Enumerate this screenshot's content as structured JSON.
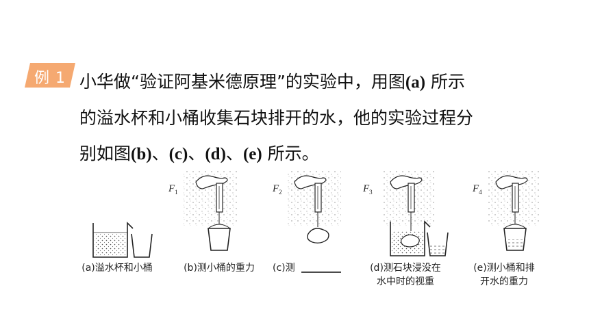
{
  "badge": {
    "label": "例 1",
    "color": "#f5a971"
  },
  "paragraph": {
    "l1a": "小华做“验证阿基米德原理”的实验中，用图",
    "l1b": "(a)",
    "l1c": " 所示",
    "l2": "的溢水杯和小桶收集石块排开的水，他的实验过程分",
    "l3a": "别如图",
    "l3b": "(b)",
    "l3c": "、",
    "l3d": "(c)",
    "l3e": "、",
    "l3f": "(d)",
    "l3g": "、",
    "l3h": "(e)",
    "l3i": " 所示。"
  },
  "figure": {
    "captions": {
      "a": "(a)溢水杯和小桶",
      "b": "(b)测小桶的重力",
      "c": "(c)测",
      "d1": "(d)测石块浸没在",
      "d2": "水中时的视重",
      "e1": "(e)测小桶和排",
      "e2": "开水的重力"
    },
    "forces": {
      "f1": "F",
      "f1_sub": "1",
      "f2": "F",
      "f2_sub": "2",
      "f3": "F",
      "f3_sub": "3",
      "f4": "F",
      "f4_sub": "4"
    }
  }
}
